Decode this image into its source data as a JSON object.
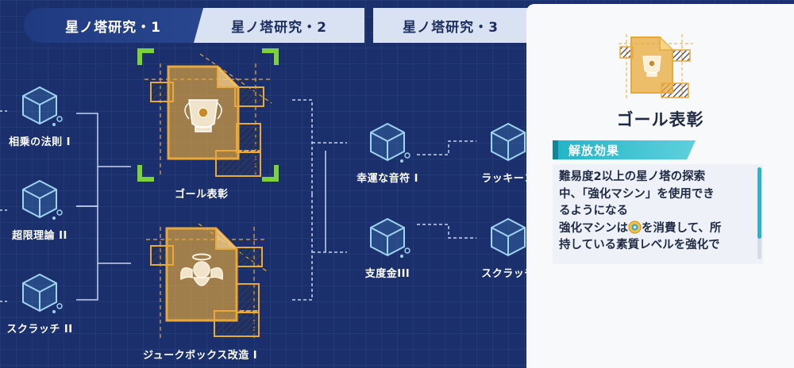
{
  "tabs": [
    {
      "label": "星ノ塔研究・1",
      "active": true
    },
    {
      "label": "星ノ塔研究・2",
      "active": false
    },
    {
      "label": "星ノ塔研究・3",
      "active": false
    }
  ],
  "tree": {
    "left_column": [
      {
        "label": "相乗の法則 I",
        "icon": "cube-icon"
      },
      {
        "label": "超限理論 II",
        "icon": "cube-icon"
      },
      {
        "label": "スクラッチ II",
        "icon": "cube-icon"
      }
    ],
    "relics": [
      {
        "label": "ゴール表彰",
        "icon": "trophy-relic-icon",
        "selected": true
      },
      {
        "label": "ジュークボックス改造 I",
        "icon": "angel-relic-icon",
        "selected": false
      }
    ],
    "right_column": [
      {
        "label": "幸運な音符 I",
        "icon": "cube-icon"
      },
      {
        "label": "支度金III",
        "icon": "cube-icon"
      }
    ],
    "far_right_column": [
      {
        "label": "ラッキーコ",
        "icon": "cube-icon"
      },
      {
        "label": "スクラッチ",
        "icon": "cube-icon"
      }
    ]
  },
  "detail": {
    "title": "ゴール表彰",
    "section_label": "解放効果",
    "description_lines": [
      "難易度2以上の星ノ塔の探索",
      "中、「強化マシン」を使用でき",
      "るようになる",
      "強化マシンは",
      "を消費して、所",
      "持している素質レベルを強化で"
    ],
    "accent_color": "#21b5c6"
  },
  "colors": {
    "background": "#1a2f6b",
    "relic_gold": "#e8a93a",
    "corner_green": "#7bd23a",
    "cube_stroke": "#9fd3ef"
  }
}
